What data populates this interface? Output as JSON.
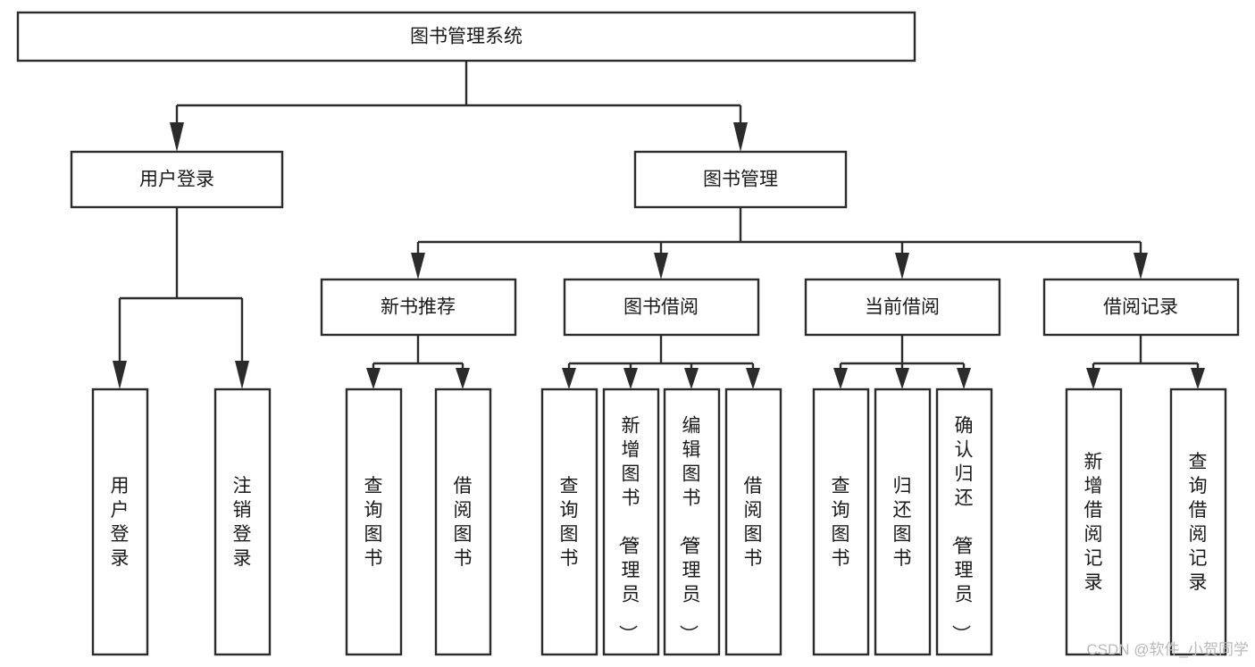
{
  "diagram": {
    "title": "图书管理系统",
    "type": "tree",
    "orientation": "top-down",
    "background_color": "#ffffff",
    "line_color": "#2b2b2b",
    "text_color": "#1a1a1a",
    "watermark": "CSDN @软件_小贺同学",
    "levels": {
      "root": {
        "label": "图书管理系统"
      },
      "level2": [
        {
          "id": "user-login",
          "label": "用户登录"
        },
        {
          "id": "book-manage",
          "label": "图书管理"
        }
      ],
      "level3": [
        {
          "id": "new-book-rec",
          "label": "新书推荐",
          "parent": "book-manage"
        },
        {
          "id": "book-borrow",
          "label": "图书借阅",
          "parent": "book-manage"
        },
        {
          "id": "current-borrow",
          "label": "当前借阅",
          "parent": "book-manage"
        },
        {
          "id": "borrow-record",
          "label": "借阅记录",
          "parent": "book-manage"
        }
      ],
      "leaves": {
        "user-login": [
          {
            "id": "leaf-user-login",
            "label": "用户登录"
          },
          {
            "id": "leaf-user-logout",
            "label": "注销登录"
          }
        ],
        "new-book-rec": [
          {
            "id": "leaf-query-book-1",
            "label": "查询图书"
          },
          {
            "id": "leaf-borrow-book-1",
            "label": "借阅图书"
          }
        ],
        "book-borrow": [
          {
            "id": "leaf-query-book-2",
            "label": "查询图书"
          },
          {
            "id": "leaf-add-book",
            "label": "新增图书（管理员）"
          },
          {
            "id": "leaf-edit-book",
            "label": "编辑图书（管理员）"
          },
          {
            "id": "leaf-borrow-book-2",
            "label": "借阅图书"
          }
        ],
        "current-borrow": [
          {
            "id": "leaf-query-book-3",
            "label": "查询图书"
          },
          {
            "id": "leaf-return-book",
            "label": "归还图书"
          },
          {
            "id": "leaf-confirm-return",
            "label": "确认归还（管理员）"
          }
        ],
        "borrow-record": [
          {
            "id": "leaf-add-record",
            "label": "新增借阅记录"
          },
          {
            "id": "leaf-query-record",
            "label": "查询借阅记录"
          }
        ]
      }
    }
  }
}
